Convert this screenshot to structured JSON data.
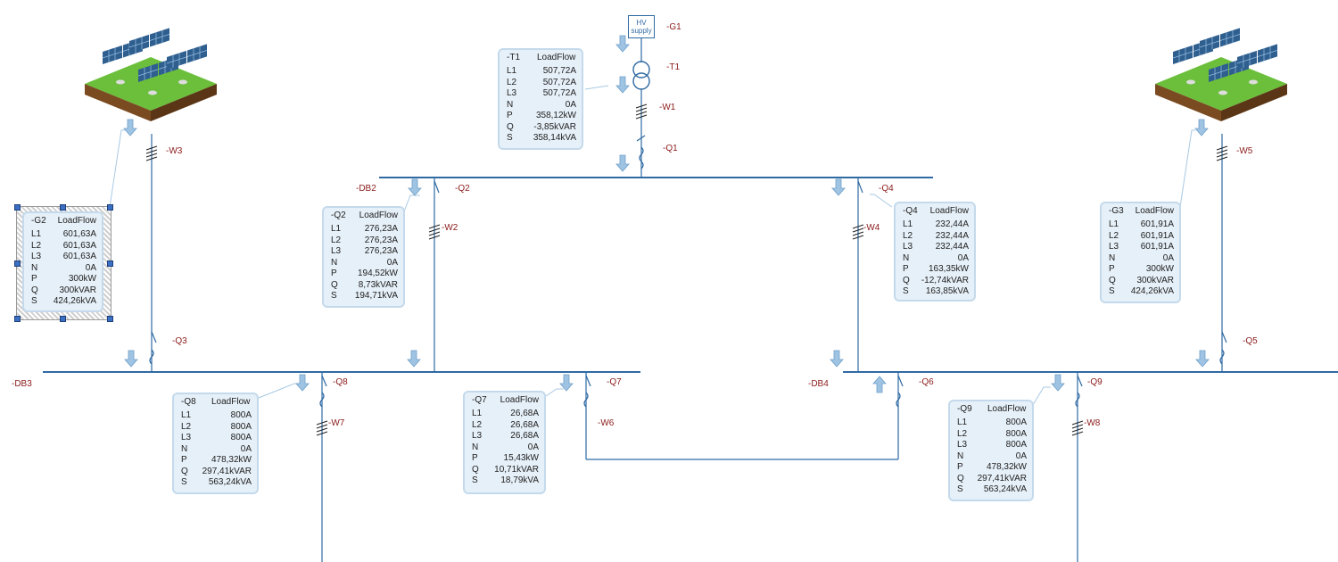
{
  "labels": {
    "g1": "-G1",
    "t1": "-T1",
    "w1": "-W1",
    "q1": "-Q1",
    "db2": "-DB2",
    "q2": "-Q2",
    "w2": "-W2",
    "q4": "-Q4",
    "w4": "-W4",
    "w3": "-W3",
    "w5": "-W5",
    "q3": "-Q3",
    "q5": "-Q5",
    "db3": "-DB3",
    "db4": "-DB4",
    "q8": "-Q8",
    "w7": "-W7",
    "q7": "-Q7",
    "w6": "-W6",
    "q6": "-Q6",
    "q9": "-Q9",
    "w8": "-W8"
  },
  "hv_supply": {
    "line1": "HV",
    "line2": "supply"
  },
  "panels": {
    "t1": {
      "id": "-T1",
      "title": "LoadFlow",
      "rows": [
        [
          "L1",
          "507,72A"
        ],
        [
          "L2",
          "507,72A"
        ],
        [
          "L3",
          "507,72A"
        ],
        [
          "N",
          "0A"
        ],
        [
          "P",
          "358,12kW"
        ],
        [
          "Q",
          "-3,85kVAR"
        ],
        [
          "S",
          "358,14kVA"
        ]
      ]
    },
    "g2": {
      "id": "-G2",
      "title": "LoadFlow",
      "rows": [
        [
          "L1",
          "601,63A"
        ],
        [
          "L2",
          "601,63A"
        ],
        [
          "L3",
          "601,63A"
        ],
        [
          "N",
          "0A"
        ],
        [
          "P",
          "300kW"
        ],
        [
          "Q",
          "300kVAR"
        ],
        [
          "S",
          "424,26kVA"
        ]
      ]
    },
    "q2": {
      "id": "-Q2",
      "title": "LoadFlow",
      "rows": [
        [
          "L1",
          "276,23A"
        ],
        [
          "L2",
          "276,23A"
        ],
        [
          "L3",
          "276,23A"
        ],
        [
          "N",
          "0A"
        ],
        [
          "P",
          "194,52kW"
        ],
        [
          "Q",
          "8,73kVAR"
        ],
        [
          "S",
          "194,71kVA"
        ]
      ]
    },
    "q4": {
      "id": "-Q4",
      "title": "LoadFlow",
      "rows": [
        [
          "L1",
          "232,44A"
        ],
        [
          "L2",
          "232,44A"
        ],
        [
          "L3",
          "232,44A"
        ],
        [
          "N",
          "0A"
        ],
        [
          "P",
          "163,35kW"
        ],
        [
          "Q",
          "-12,74kVAR"
        ],
        [
          "S",
          "163,85kVA"
        ]
      ]
    },
    "g3": {
      "id": "-G3",
      "title": "LoadFlow",
      "rows": [
        [
          "L1",
          "601,91A"
        ],
        [
          "L2",
          "601,91A"
        ],
        [
          "L3",
          "601,91A"
        ],
        [
          "N",
          "0A"
        ],
        [
          "P",
          "300kW"
        ],
        [
          "Q",
          "300kVAR"
        ],
        [
          "S",
          "424,26kVA"
        ]
      ]
    },
    "q8": {
      "id": "-Q8",
      "title": "LoadFlow",
      "rows": [
        [
          "L1",
          "800A"
        ],
        [
          "L2",
          "800A"
        ],
        [
          "L3",
          "800A"
        ],
        [
          "N",
          "0A"
        ],
        [
          "P",
          "478,32kW"
        ],
        [
          "Q",
          "297,41kVAR"
        ],
        [
          "S",
          "563,24kVA"
        ]
      ]
    },
    "q7": {
      "id": "-Q7",
      "title": "LoadFlow",
      "rows": [
        [
          "L1",
          "26,68A"
        ],
        [
          "L2",
          "26,68A"
        ],
        [
          "L3",
          "26,68A"
        ],
        [
          "N",
          "0A"
        ],
        [
          "P",
          "15,43kW"
        ],
        [
          "Q",
          "10,71kVAR"
        ],
        [
          "S",
          "18,79kVA"
        ]
      ]
    },
    "q9": {
      "id": "-Q9",
      "title": "LoadFlow",
      "rows": [
        [
          "L1",
          "800A"
        ],
        [
          "L2",
          "800A"
        ],
        [
          "L3",
          "800A"
        ],
        [
          "N",
          "0A"
        ],
        [
          "P",
          "478,32kW"
        ],
        [
          "Q",
          "297,41kVAR"
        ],
        [
          "S",
          "563,24kVA"
        ]
      ]
    }
  },
  "colors": {
    "line": "#2f6aa3",
    "label": "#8b1a1a",
    "panel_bg": "#e6f0f8",
    "panel_border": "#c4daec",
    "arrow": "#9fc4e3"
  },
  "icons": [
    "solar-farm-icon",
    "transformer-icon",
    "breaker-icon",
    "cable-icon",
    "flow-arrow-icon"
  ]
}
